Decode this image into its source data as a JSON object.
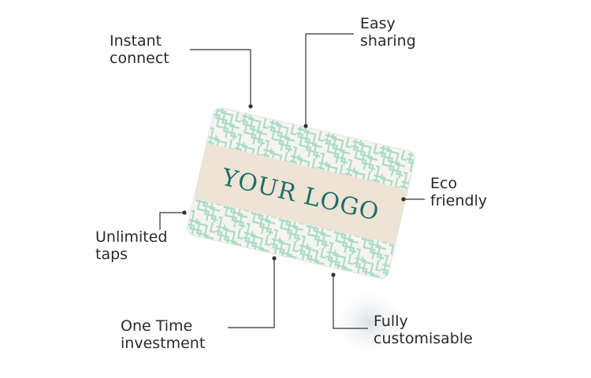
{
  "card": {
    "logo_text": "YOUR LOGO",
    "pattern_color": "#a9dcc9",
    "card_color": "#f7f4ee",
    "band_color": "#efe3d6",
    "logo_color": "#1e6f68"
  },
  "features": {
    "instant_connect": {
      "line1": "Instant",
      "line2": "connect"
    },
    "easy_sharing": {
      "line1": "Easy",
      "line2": "sharing"
    },
    "eco_friendly": {
      "line1": "Eco",
      "line2": "friendly"
    },
    "unlimited_taps": {
      "line1": "Unlimited",
      "line2": "taps"
    },
    "one_time_investment": {
      "line1": "One Time",
      "line2": "investment"
    },
    "fully_customisable": {
      "line1": "Fully",
      "line2": "customisable"
    }
  },
  "line_color": "#333333"
}
